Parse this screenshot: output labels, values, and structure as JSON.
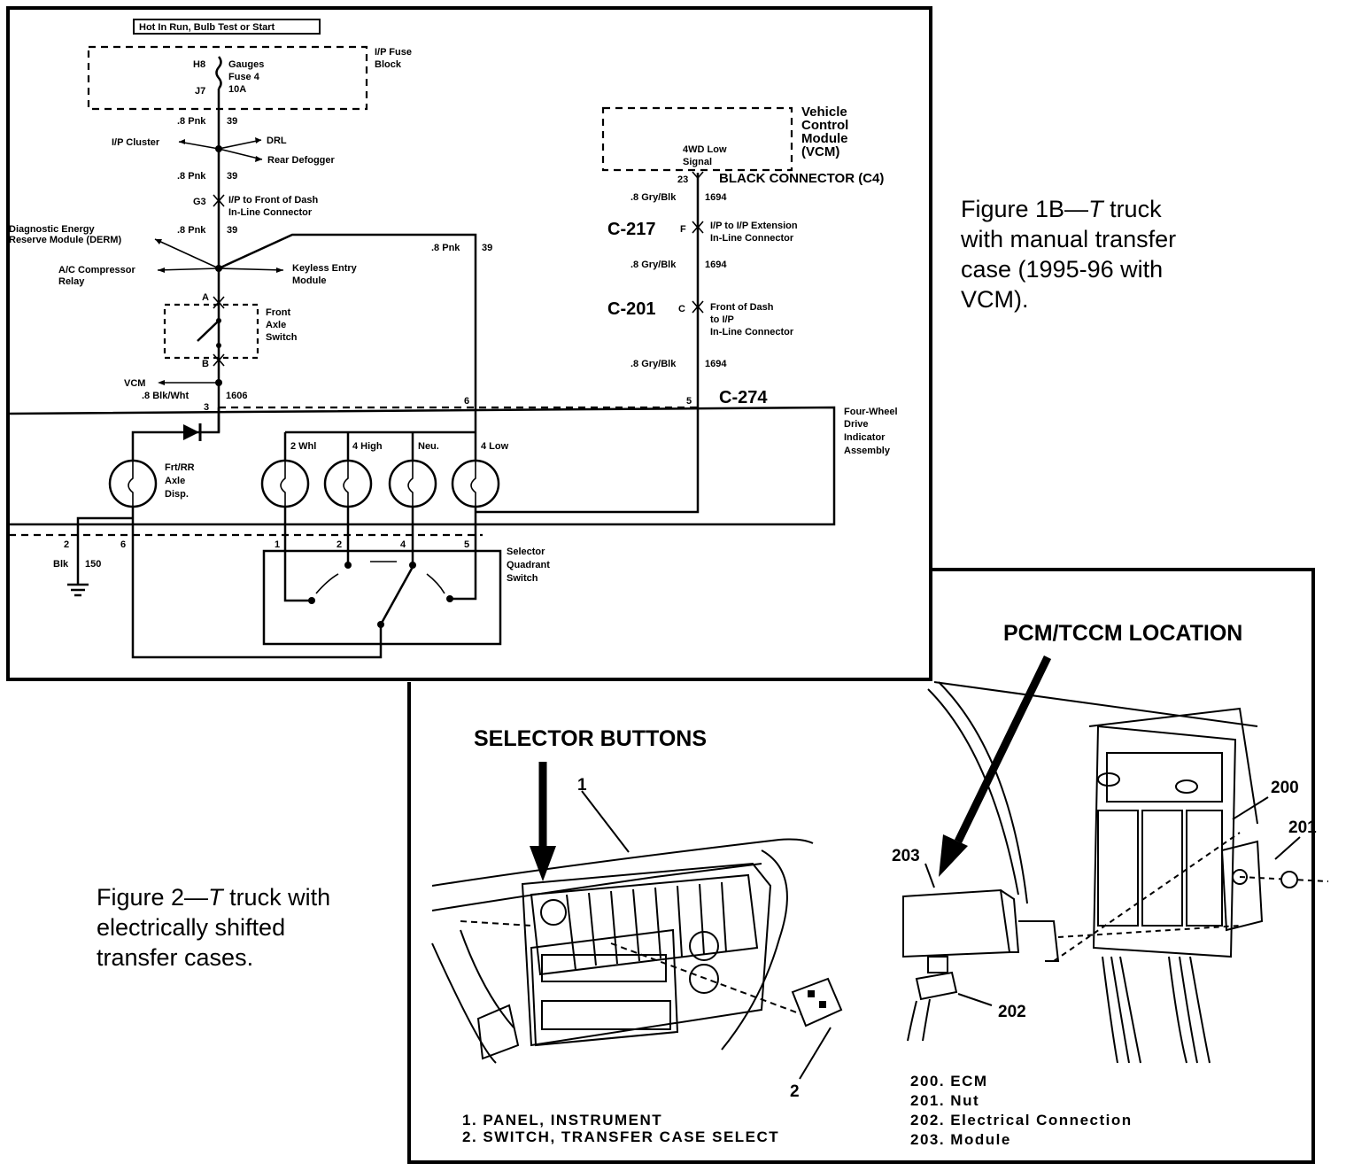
{
  "figure_1b": {
    "hot_banner": "Hot In Run, Bulb Test or Start",
    "fuse_block_title": "I/P Fuse Block",
    "fuse_term_top": "H8",
    "fuse_term_bottom": "J7",
    "fuse_name_line1": "Gauges",
    "fuse_name_line2": "Fuse 4",
    "fuse_name_line3": "10A",
    "wire_pnk_1": ".8 Pnk",
    "circuit_39_1": "39",
    "splice_ip_cluster": "I/P Cluster",
    "splice_drl": "DRL",
    "splice_rear_defogger": "Rear Defogger",
    "wire_pnk_2": ".8 Pnk",
    "circuit_39_2": "39",
    "conn_g3_pin": "G3",
    "conn_g3_line1": "I/P to Front of Dash",
    "conn_g3_line2": "In-Line Connector",
    "wire_pnk_3": ".8 Pnk",
    "circuit_39_3": "39",
    "dersm_line1": "Diagnostic Energy",
    "dersm_line2": "Reserve Module (DERM)",
    "ac_line1": "A/C Compressor",
    "ac_line2": "Relay",
    "keyless_line1": "Keyless Entry",
    "keyless_line2": "Module",
    "wire_pnk_right": ".8 Pnk",
    "circuit_39_right": "39",
    "pin_a": "A",
    "pin_b": "B",
    "front_axle_line1": "Front",
    "front_axle_line2": "Axle",
    "front_axle_line3": "Switch",
    "vcm_arrow": "VCM",
    "wire_blk_wht": ".8 Blk/Wht",
    "circuit_1606": "1606",
    "pin_3": "3",
    "pin_6_top": "6",
    "pin_5_top": "5",
    "vcm_box_line1": "Vehicle",
    "vcm_box_line2": "Control",
    "vcm_box_line3": "Module",
    "vcm_box_line4": "(VCM)",
    "vcm_signal_line1": "4WD Low",
    "vcm_signal_line2": "Signal",
    "vcm_pin": "23",
    "black_connector": "BLACK CONNECTOR (C4)",
    "wire_gry_1": ".8 Gry/Blk",
    "circuit_1694_1": "1694",
    "c217": "C-217",
    "c217_pin": "F",
    "c217_line1": "I/P to I/P Extension",
    "c217_line2": "In-Line Connector",
    "wire_gry_2": ".8 Gry/Blk",
    "circuit_1694_2": "1694",
    "c201": "C-201",
    "c201_pin": "C",
    "c201_line1": "Front of Dash",
    "c201_line2": "to I/P",
    "c201_line3": "In-Line Connector",
    "wire_gry_3": ".8 Gry/Blk",
    "circuit_1694_3": "1694",
    "c274": "C-274",
    "fwd_line1": "Four-Wheel",
    "fwd_line2": "Drive",
    "fwd_line3": "Indicator",
    "fwd_line4": "Assembly",
    "lamp_axle_line1": "Frt/RR",
    "lamp_axle_line2": "Axle",
    "lamp_axle_line3": "Disp.",
    "lamp_2whl": "2 Whl",
    "lamp_4high": "4 High",
    "lamp_neu": "Neu.",
    "lamp_4low": "4 Low",
    "pin_2_bottom": "2",
    "pin_6_bottom": "6",
    "pin_1_bottom": "1",
    "pin_2_bottom_b": "2",
    "pin_4_bottom": "4",
    "pin_5_bottom": "5",
    "wire_blk": "Blk",
    "circuit_150": "150",
    "selector_line1": "Selector",
    "selector_line2": "Quadrant",
    "selector_line3": "Switch"
  },
  "caption_1b": {
    "line1": "Figure 1B—",
    "line1_italic": "T",
    "line1_end": " truck",
    "line2": "with manual transfer",
    "line3": "case (1995-96 with",
    "line4": "VCM)."
  },
  "caption_2": {
    "line1": "Figure 2—",
    "line1_italic": "T",
    "line1_end": " truck with",
    "line2": "electrically shifted",
    "line3": "transfer cases."
  },
  "figure_2": {
    "selector_heading": "SELECTOR BUTTONS",
    "pcm_heading": "PCM/TCCM LOCATION",
    "callout_1": "1",
    "callout_2": "2",
    "callout_200": "200",
    "callout_201": "201",
    "callout_202": "202",
    "callout_203": "203",
    "legend_left_1": "1. PANEL, INSTRUMENT",
    "legend_left_2": "2. SWITCH, TRANSFER CASE SELECT",
    "legend_right_1": "200.  ECM",
    "legend_right_2": "201.  Nut",
    "legend_right_3": "202.  Electrical Connection",
    "legend_right_4": "203.  Module"
  }
}
